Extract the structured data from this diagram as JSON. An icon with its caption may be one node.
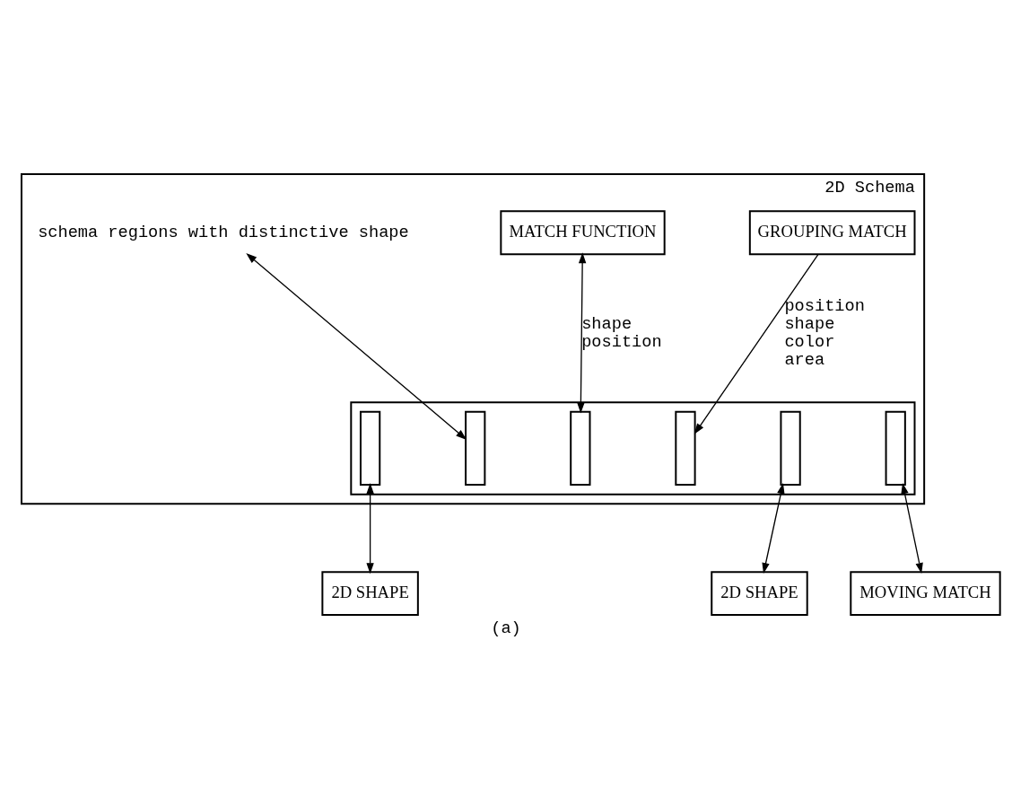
{
  "diagram": {
    "caption": "(a)",
    "nodes": [
      {
        "text": [
          "2D Schema"
        ]
      },
      {
        "text": [
          "schema regions with distinctive shape"
        ],
        "in": 0
      },
      {
        "text": [
          "MATCH FUNCTION"
        ],
        "in": 0
      },
      {
        "text": [
          "GROUPING MATCH"
        ],
        "in": 0
      },
      {
        "text": [],
        "shape": "box",
        "in": 0
      },
      {
        "text": [],
        "shape": "bar",
        "in": 4
      },
      {
        "text": [],
        "shape": "bar",
        "in": 4
      },
      {
        "text": [],
        "shape": "bar",
        "in": 4
      },
      {
        "text": [],
        "shape": "bar",
        "in": 4
      },
      {
        "text": [],
        "shape": "bar",
        "in": 4
      },
      {
        "text": [],
        "shape": "bar",
        "in": 4
      },
      {
        "text": [
          "2D SHAPE"
        ]
      },
      {
        "text": [
          "2D SHAPE"
        ]
      },
      {
        "text": [
          "MOVING MATCH"
        ]
      }
    ],
    "edges": [
      {
        "from": 1,
        "to": 6,
        "arrow": "both"
      },
      {
        "from": 2,
        "to": 7,
        "arrow": "both",
        "label": "shape position"
      },
      {
        "from": 3,
        "to": 8,
        "arrow": "to",
        "label": "position shape color area"
      },
      {
        "from": 5,
        "to": 11,
        "arrow": "both"
      },
      {
        "from": 9,
        "to": 12,
        "arrow": "both"
      },
      {
        "from": 10,
        "to": 13,
        "arrow": "both"
      }
    ]
  }
}
